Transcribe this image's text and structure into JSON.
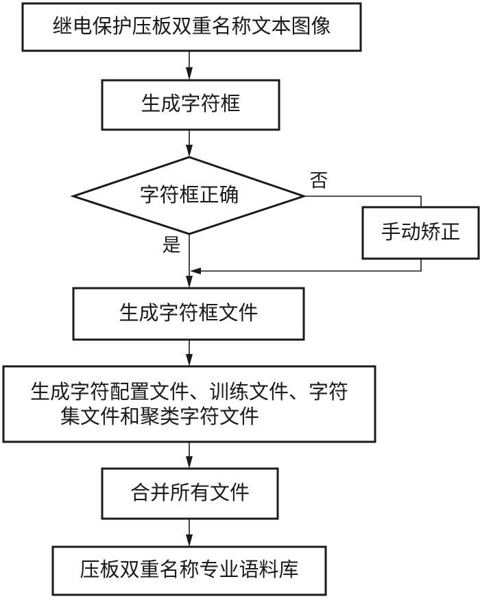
{
  "flowchart": {
    "step1": "继电保护压板双重名称文本图像",
    "step2": "生成字符框",
    "decision": "字符框正确",
    "decision_no": "否",
    "decision_yes": "是",
    "manual_fix": "手动矫正",
    "step3": "生成字符框文件",
    "step4_line1": "生成字符配置文件、训练文件、字符",
    "step4_line2": "集文件和聚类字符文件",
    "step5": "合并所有文件",
    "step6": "压板双重名称专业语料库"
  }
}
